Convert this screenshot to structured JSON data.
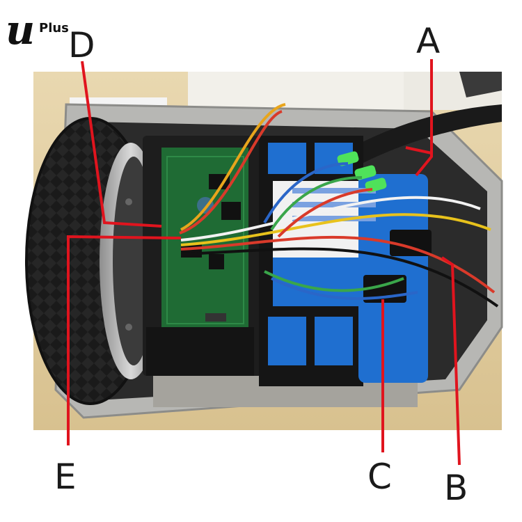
{
  "logo": {
    "mark": "u",
    "superscript": "Plus"
  },
  "callouts": {
    "a": "A",
    "b": "B",
    "c": "C",
    "d": "D",
    "e": "E"
  },
  "colors": {
    "callout_line": "#e0141e",
    "board_green": "#1f6b34",
    "battery_blue": "#1f6fd0",
    "housing_black": "#1c1c1c",
    "tire": "#2a2a2a"
  }
}
